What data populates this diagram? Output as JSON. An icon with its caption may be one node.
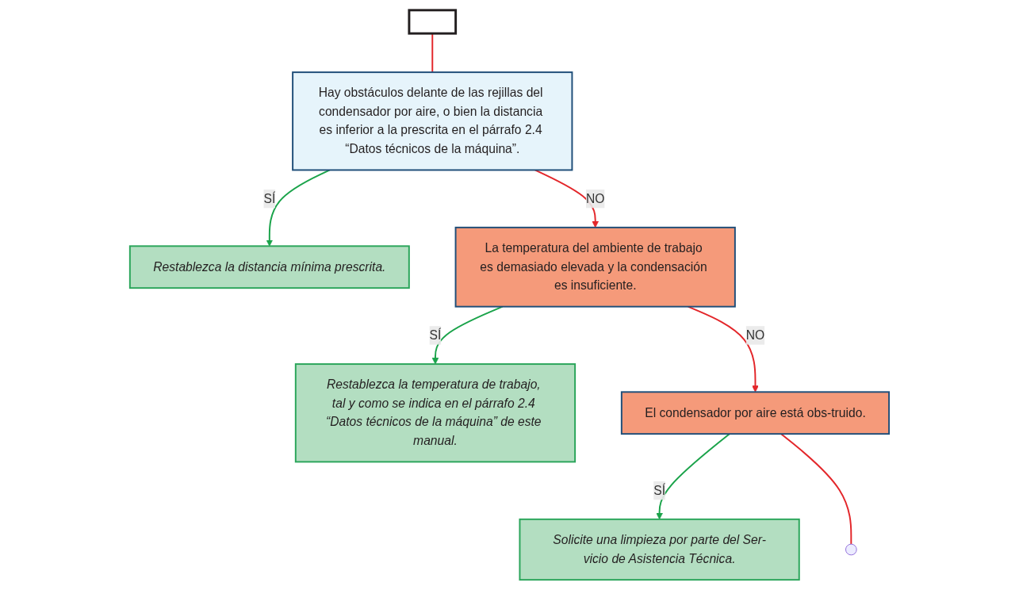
{
  "diagram": {
    "nodes": [
      {
        "text": [],
        "shape": "box"
      },
      {
        "text": [
          "Hay obstáculos delante de las rejillas del condensador por aire, o bien la distancia es inferior a la prescrita en el párrafo 2.4 “Datos técnicos de la máquina”."
        ]
      },
      {
        "text": [
          "Restablezca la distancia mínima prescrita."
        ]
      },
      {
        "text": [
          "La temperatura del ambiente de trabajo es demasiado elevada y la condensación es insuficiente."
        ]
      },
      {
        "text": [
          "Restablezca la temperatura de trabajo, tal y como se indica en el párrafo 2.4 “Datos técnicos de la máquina” de este manual."
        ]
      },
      {
        "text": [
          "El condensador por aire está obs-truido."
        ]
      },
      {
        "text": [
          "Solicite una limpieza por parte del Ser-vicio de Asistencia Técnica."
        ]
      }
    ],
    "edges": [
      {
        "from": 0,
        "to": 1,
        "arrow": "none"
      },
      {
        "from": 1,
        "to": 2,
        "arrow": "to",
        "label": "SÍ",
        "color": "#1aa34a"
      },
      {
        "from": 1,
        "to": 3,
        "arrow": "to",
        "label": "NO"
      },
      {
        "from": 3,
        "to": 4,
        "arrow": "to",
        "label": "SÍ",
        "color": "#1aa34a"
      },
      {
        "from": 3,
        "to": 5,
        "arrow": "to",
        "label": "NO"
      },
      {
        "from": 5,
        "to": 6,
        "arrow": "to",
        "label": "SÍ",
        "color": "#1aa34a"
      },
      {
        "from": 5,
        "to": null,
        "arrow": "none"
      }
    ]
  }
}
